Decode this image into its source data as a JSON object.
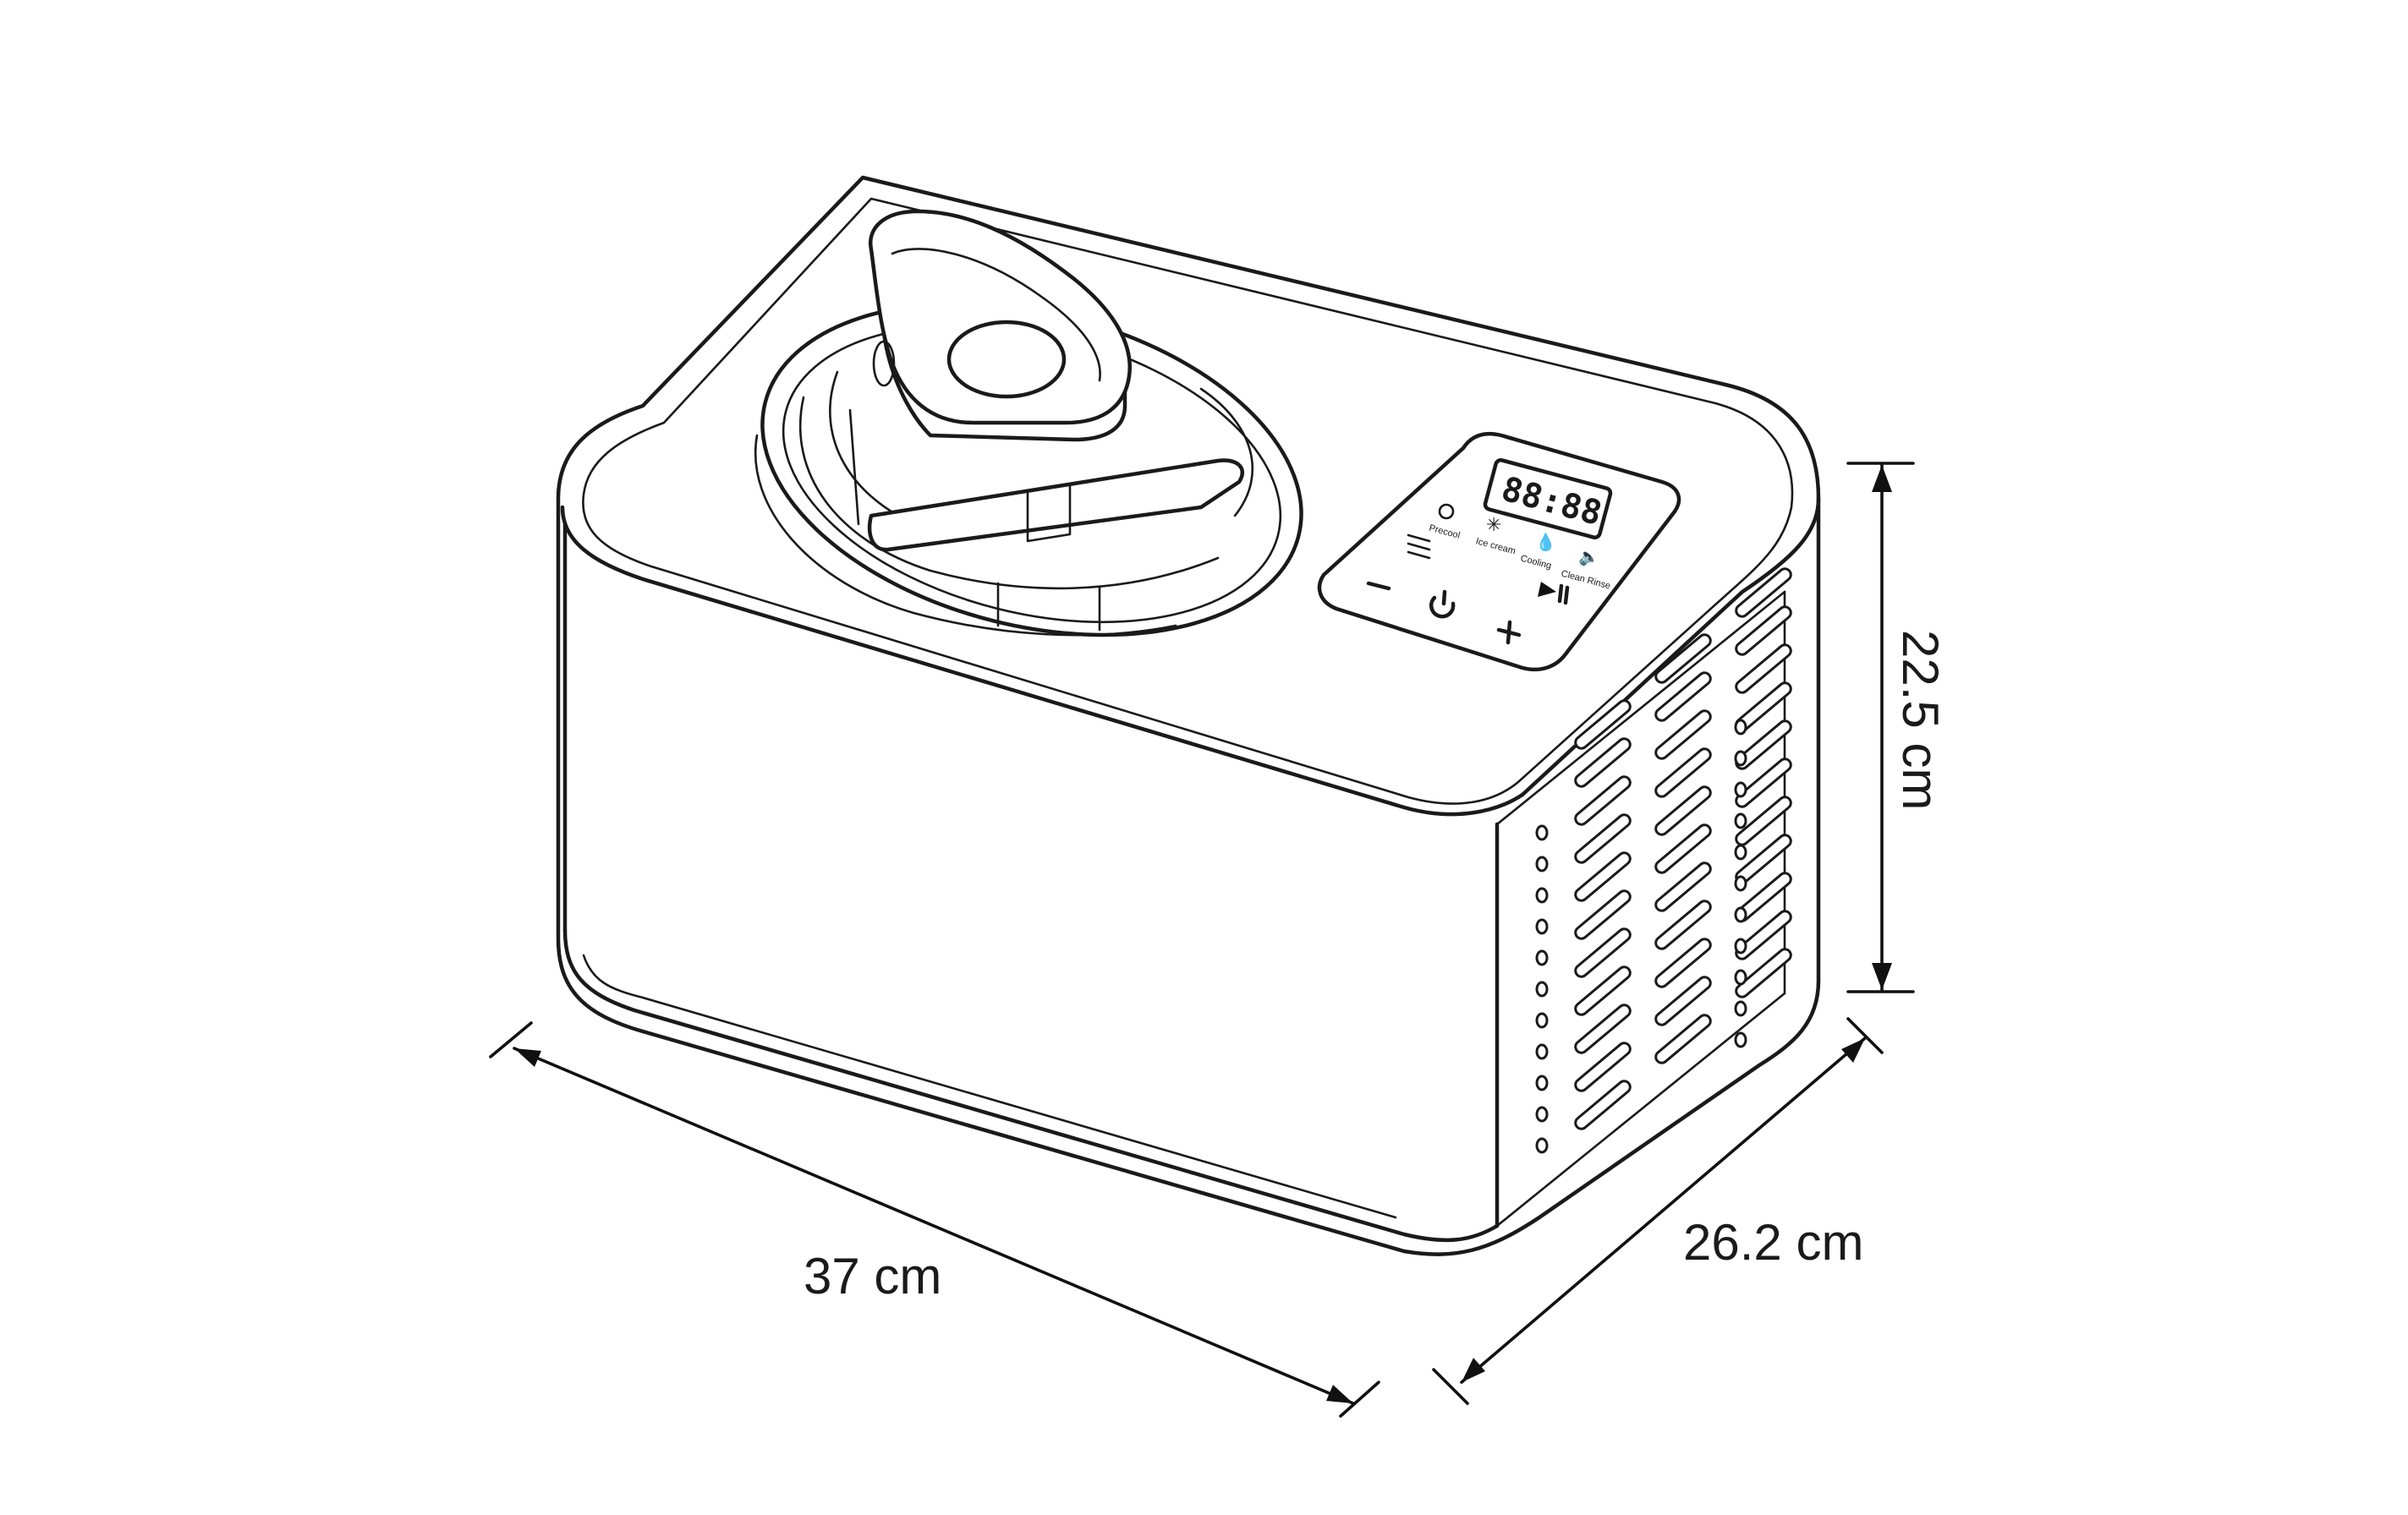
{
  "dimensions": {
    "width": "37 cm",
    "depth": "26.2 cm",
    "height": "22.5 cm"
  },
  "control_panel": {
    "display": "88:88",
    "buttons": [
      {
        "label": "Precool",
        "icon": "timer-icon"
      },
      {
        "label": "Ice cream",
        "icon": "snowflake-icon"
      },
      {
        "label": "Cooling",
        "icon": "drop-icon"
      },
      {
        "label": "Clean Rinse",
        "icon": "speaker-icon"
      }
    ],
    "keys": [
      {
        "name": "menu",
        "icon": "list-icon"
      },
      {
        "name": "minus",
        "icon": "minus-icon"
      },
      {
        "name": "power",
        "icon": "power-icon"
      },
      {
        "name": "plus",
        "icon": "plus-icon"
      },
      {
        "name": "start-pause",
        "icon": "play-pause-icon"
      }
    ]
  },
  "colors": {
    "line": "#1a1a1a",
    "background": "#ffffff"
  }
}
